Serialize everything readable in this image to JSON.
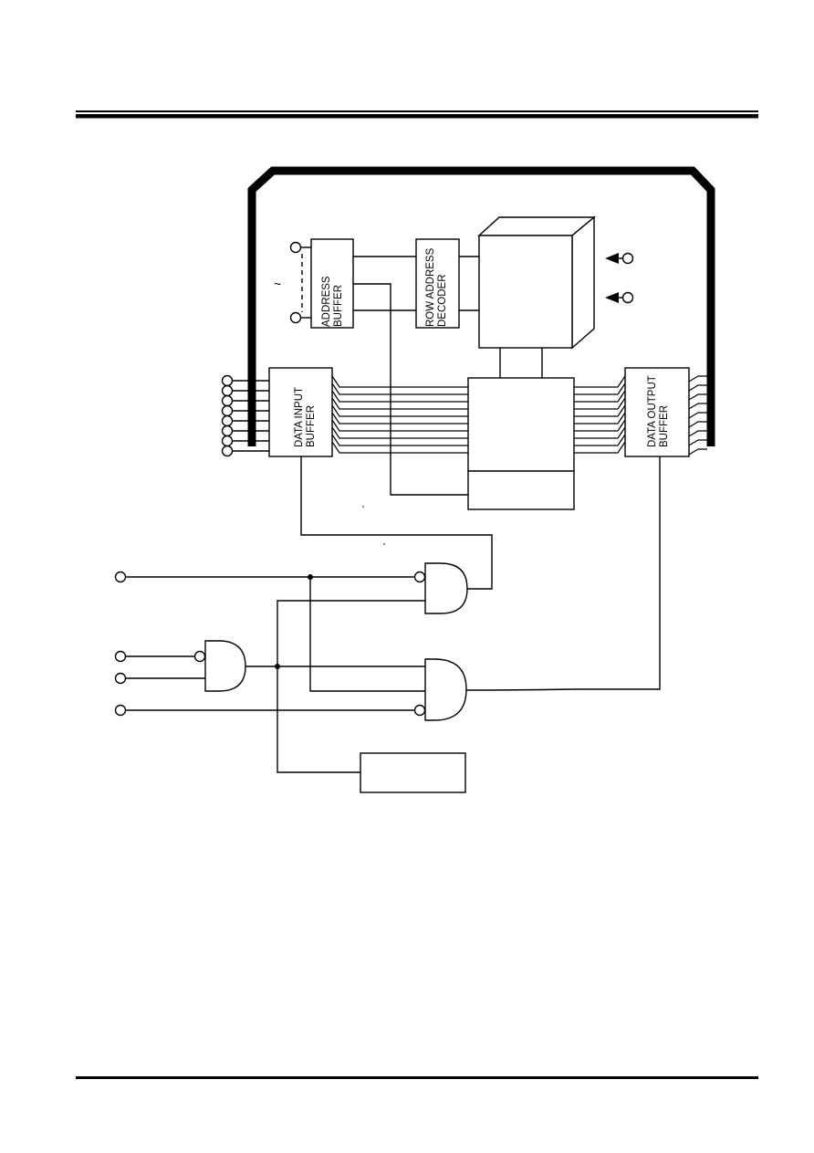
{
  "blocks": {
    "address_buffer": [
      "ADDRESS",
      "BUFFER"
    ],
    "row_address_decoder": [
      "ROW ADDRESS",
      "DECODER"
    ],
    "data_input_buffer": [
      "DATA INPUT",
      "BUFFER"
    ],
    "data_output_buffer": [
      "DATA OUTPUT",
      "BUFFER"
    ]
  },
  "address_range_mark": "~",
  "colors": {
    "ink": "#000000",
    "paper": "#ffffff"
  }
}
